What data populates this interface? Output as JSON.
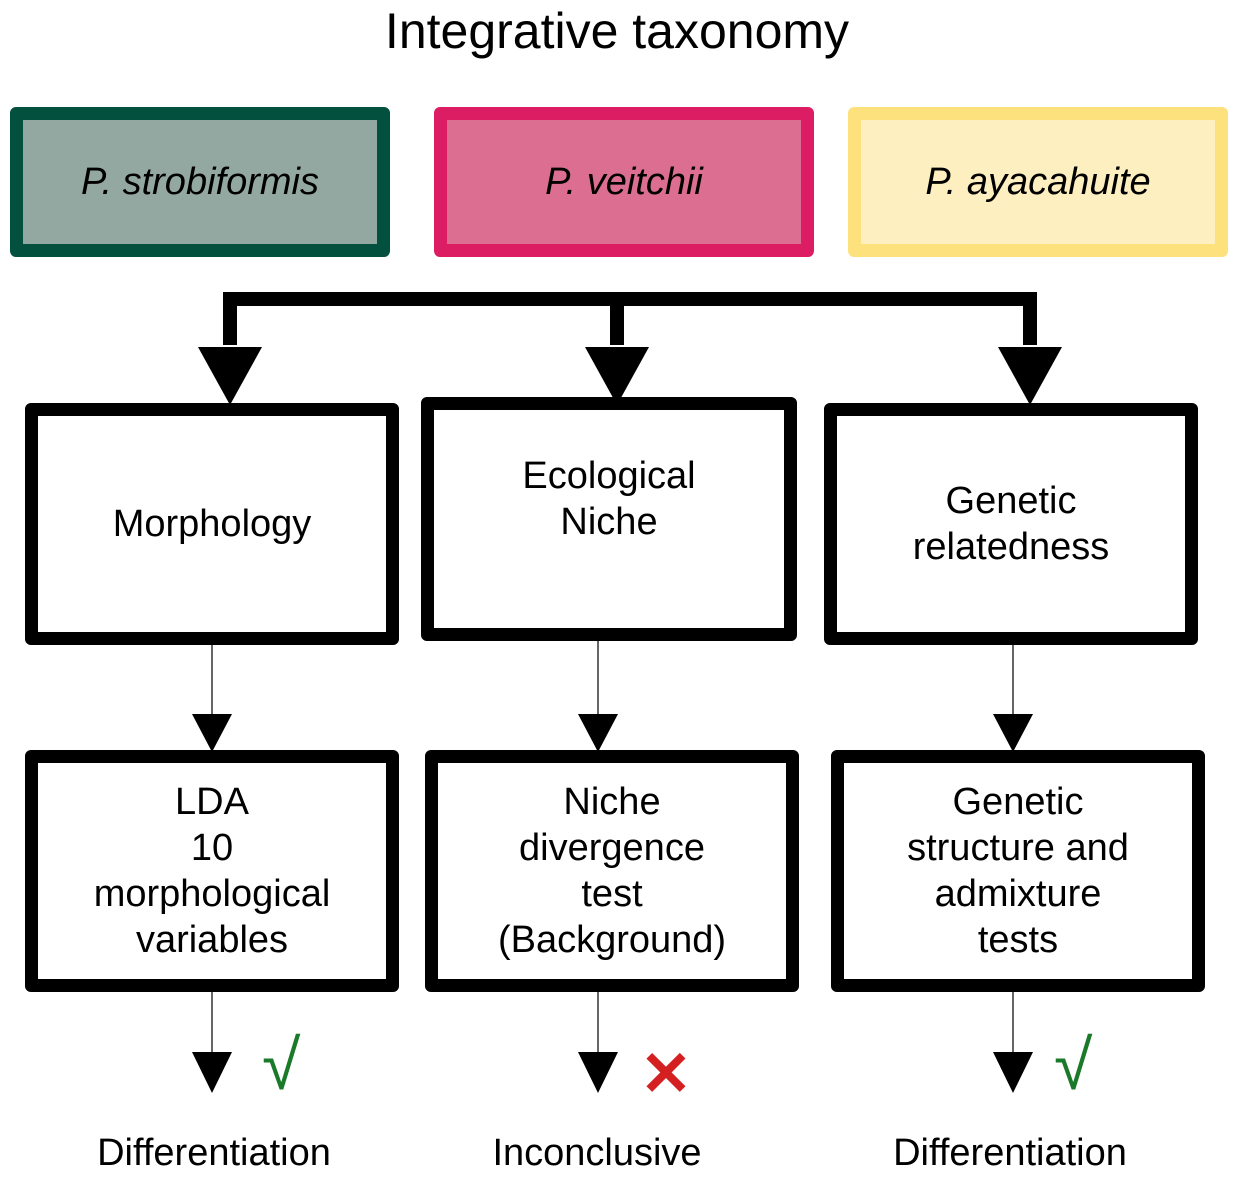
{
  "title": "Integrative taxonomy",
  "species": [
    {
      "name": "P. strobiformis",
      "fill": "#94a8a2",
      "border": "#03503f"
    },
    {
      "name": "P. veitchii",
      "fill": "#dc6f91",
      "border": "#dc1c63"
    },
    {
      "name": "P. ayacahuite",
      "fill": "#fdefc0",
      "border": "#fde17c"
    }
  ],
  "evidence": [
    "Morphology",
    "Ecological\nNiche",
    "Genetic\nrelatedness"
  ],
  "methods": [
    "LDA\n10\nmorphological\nvariables",
    "Niche\ndivergence\ntest\n(Background)",
    "Genetic\nstructure and\nadmixture\ntests"
  ],
  "outcomes": [
    {
      "label": "Differentiation",
      "mark": "check-icon",
      "symbol": "√",
      "color": "#1a7a2a"
    },
    {
      "label": "Inconclusive",
      "mark": "cross-icon",
      "symbol": "✕",
      "color": "#d42020"
    },
    {
      "label": "Differentiation",
      "mark": "check-icon",
      "symbol": "√",
      "color": "#1a7a2a"
    }
  ]
}
